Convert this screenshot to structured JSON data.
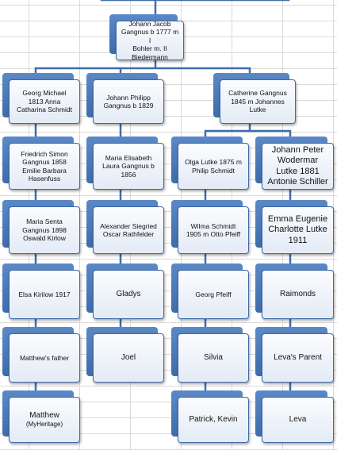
{
  "nodes": {
    "johann_jacob": "Johann Jacob\nGangnus b 1777 m I\nBohler m. II\nBiedermann",
    "georg_michael": "Georg Michael\n1813 Anna\nCatharina Schmidt",
    "johann_philipp": "Johann Philipp\nGangnus b 1829",
    "catherine": "Catherine Gangnus\n1845 m Johannes\nLutke",
    "friedrich_simon": "Friedrich Simon\nGangnus 1858\nEmilie Barbara\nHasenfuss",
    "maria_elisabeth": "Maria Elisabeth\nLaura Gangnus b\n1856",
    "olga_lutke": "Olga Lutke 1875 m\nPhilip Schmidt",
    "johann_peter": "Johann Peter\nWodermar\nLutke 1881\nAntonie Schiller",
    "maria_senta": "Maria Senta\nGangnus 1898\nOswald Kirlow",
    "alexander": "Alexander Siegried\nOscar Rathfelder",
    "wilma": "Wilma Schmidt\n1905 m Otto Pfeiff",
    "emma": "Emma Eugenie\nCharlotte Lutke\n1911",
    "elsa": "Elsa Kirilow 1917",
    "gladys": "Gladys",
    "georg_pfeiff": "Georg Pfeiff",
    "raimonds": "Raimonds",
    "matthews_father": "Matthew's father",
    "joel": "Joel",
    "silvia": "Silvia",
    "levas_parent": "Leva's Parent",
    "matthew": "Matthew",
    "matthew_note": "(MyHeritage)",
    "patrick": "Patrick, Kevin",
    "leva": "Leva"
  }
}
